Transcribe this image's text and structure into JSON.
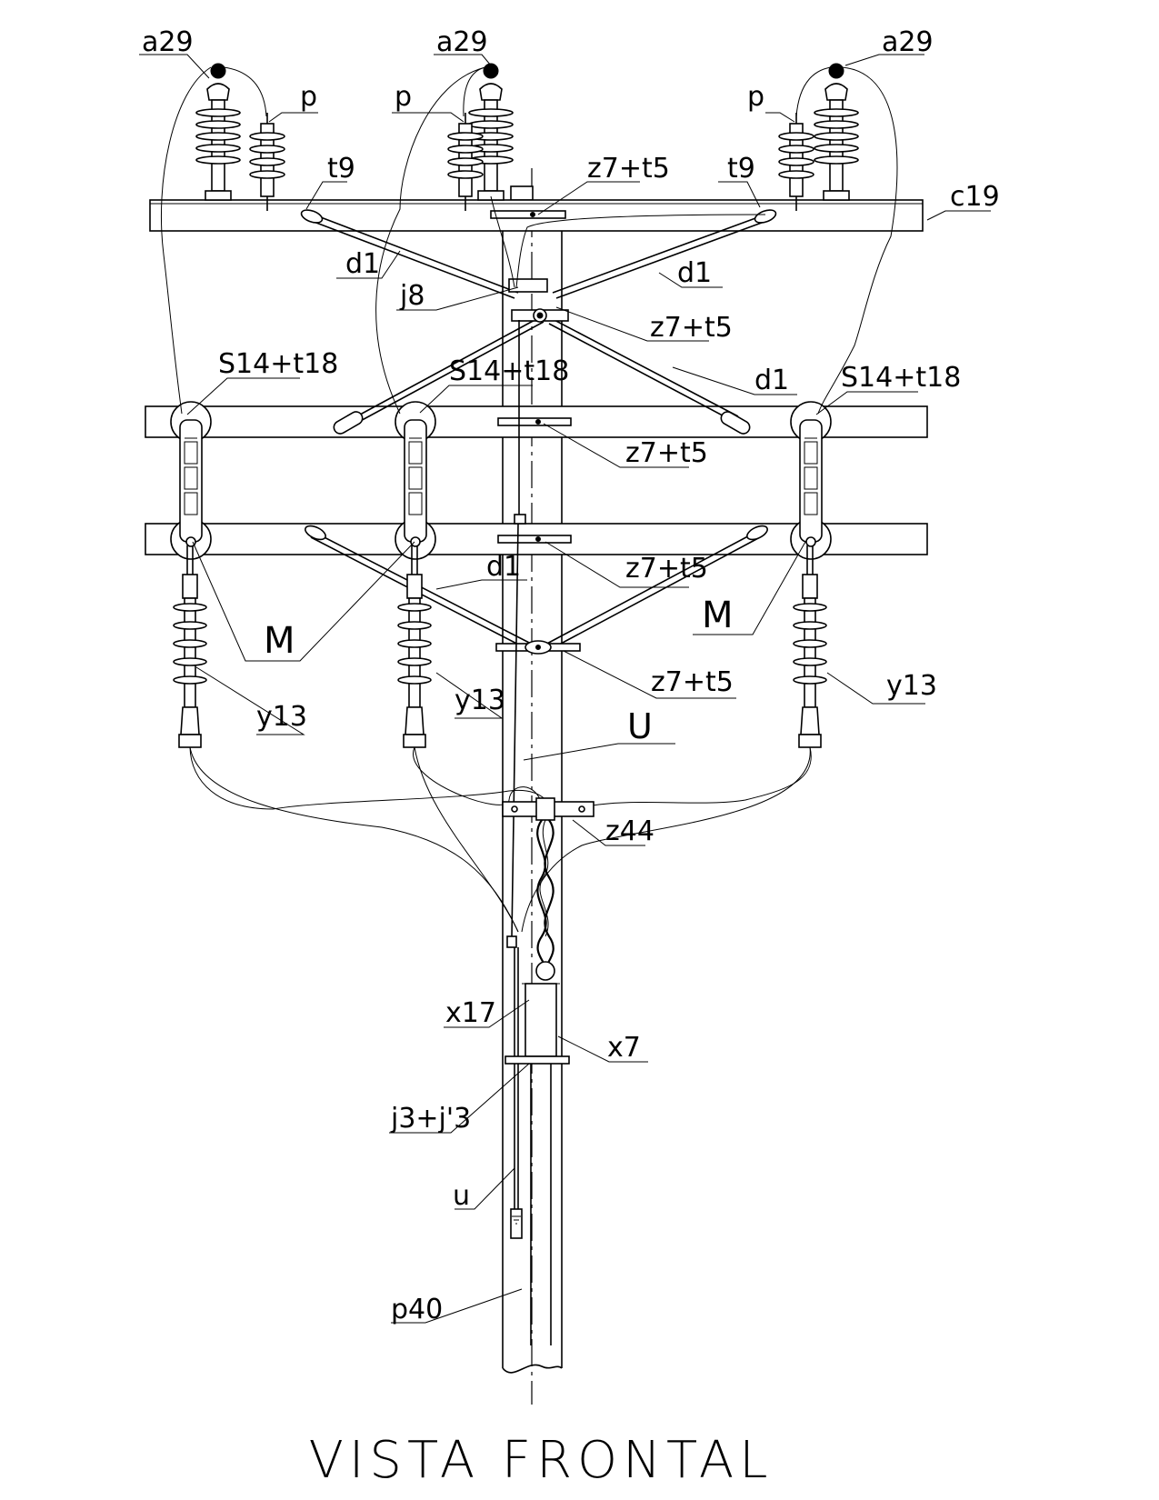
{
  "title": "VISTA FRONTAL",
  "labels": {
    "a29": "a29",
    "p": "p",
    "t9": "t9",
    "z7t5": "z7+t5",
    "c19": "c19",
    "d1": "d1",
    "j8": "j8",
    "s14t18": "S14+t18",
    "M": "M",
    "y13": "y13",
    "u_upper": "U",
    "z44": "z44",
    "x17": "x17",
    "x7": "x7",
    "j3j3": "j3+j'3",
    "u_lower": "u",
    "p40": "p40"
  }
}
